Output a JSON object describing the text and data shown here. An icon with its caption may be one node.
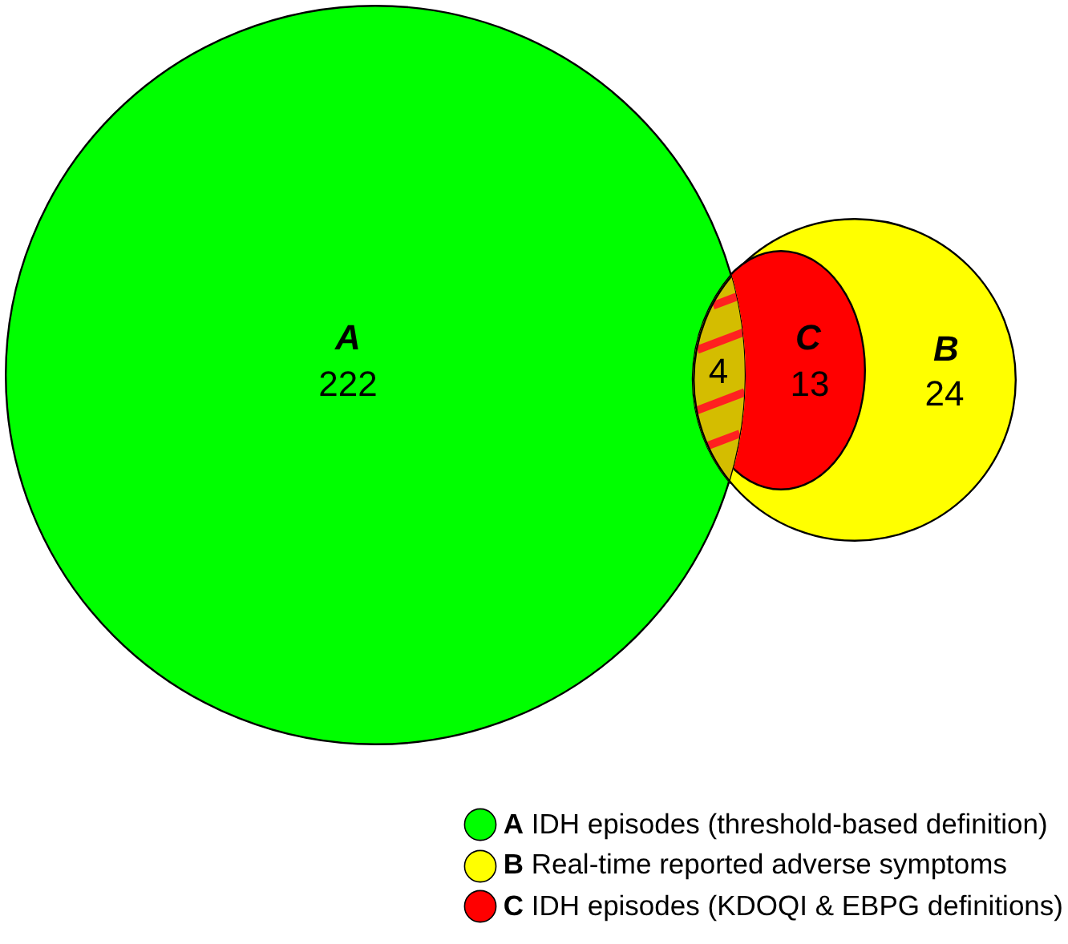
{
  "diagram": {
    "nodes": [
      {
        "text": [
          "A",
          "222"
        ]
      },
      {
        "text": [
          "4"
        ]
      },
      {
        "text": [
          "B",
          "24"
        ]
      },
      {
        "text": [
          "C",
          "13"
        ],
        "in": 2
      }
    ],
    "legend": [
      {
        "text": "**A** IDH episodes (threshold-based definition)",
        "color": "#00ff00"
      },
      {
        "text": "**B** Real-time reported adverse symptoms",
        "color": "#ffff00"
      },
      {
        "text": "**C** IDH episodes (KDOQI & EBPG definitions)",
        "color": "#ff0000"
      }
    ]
  }
}
